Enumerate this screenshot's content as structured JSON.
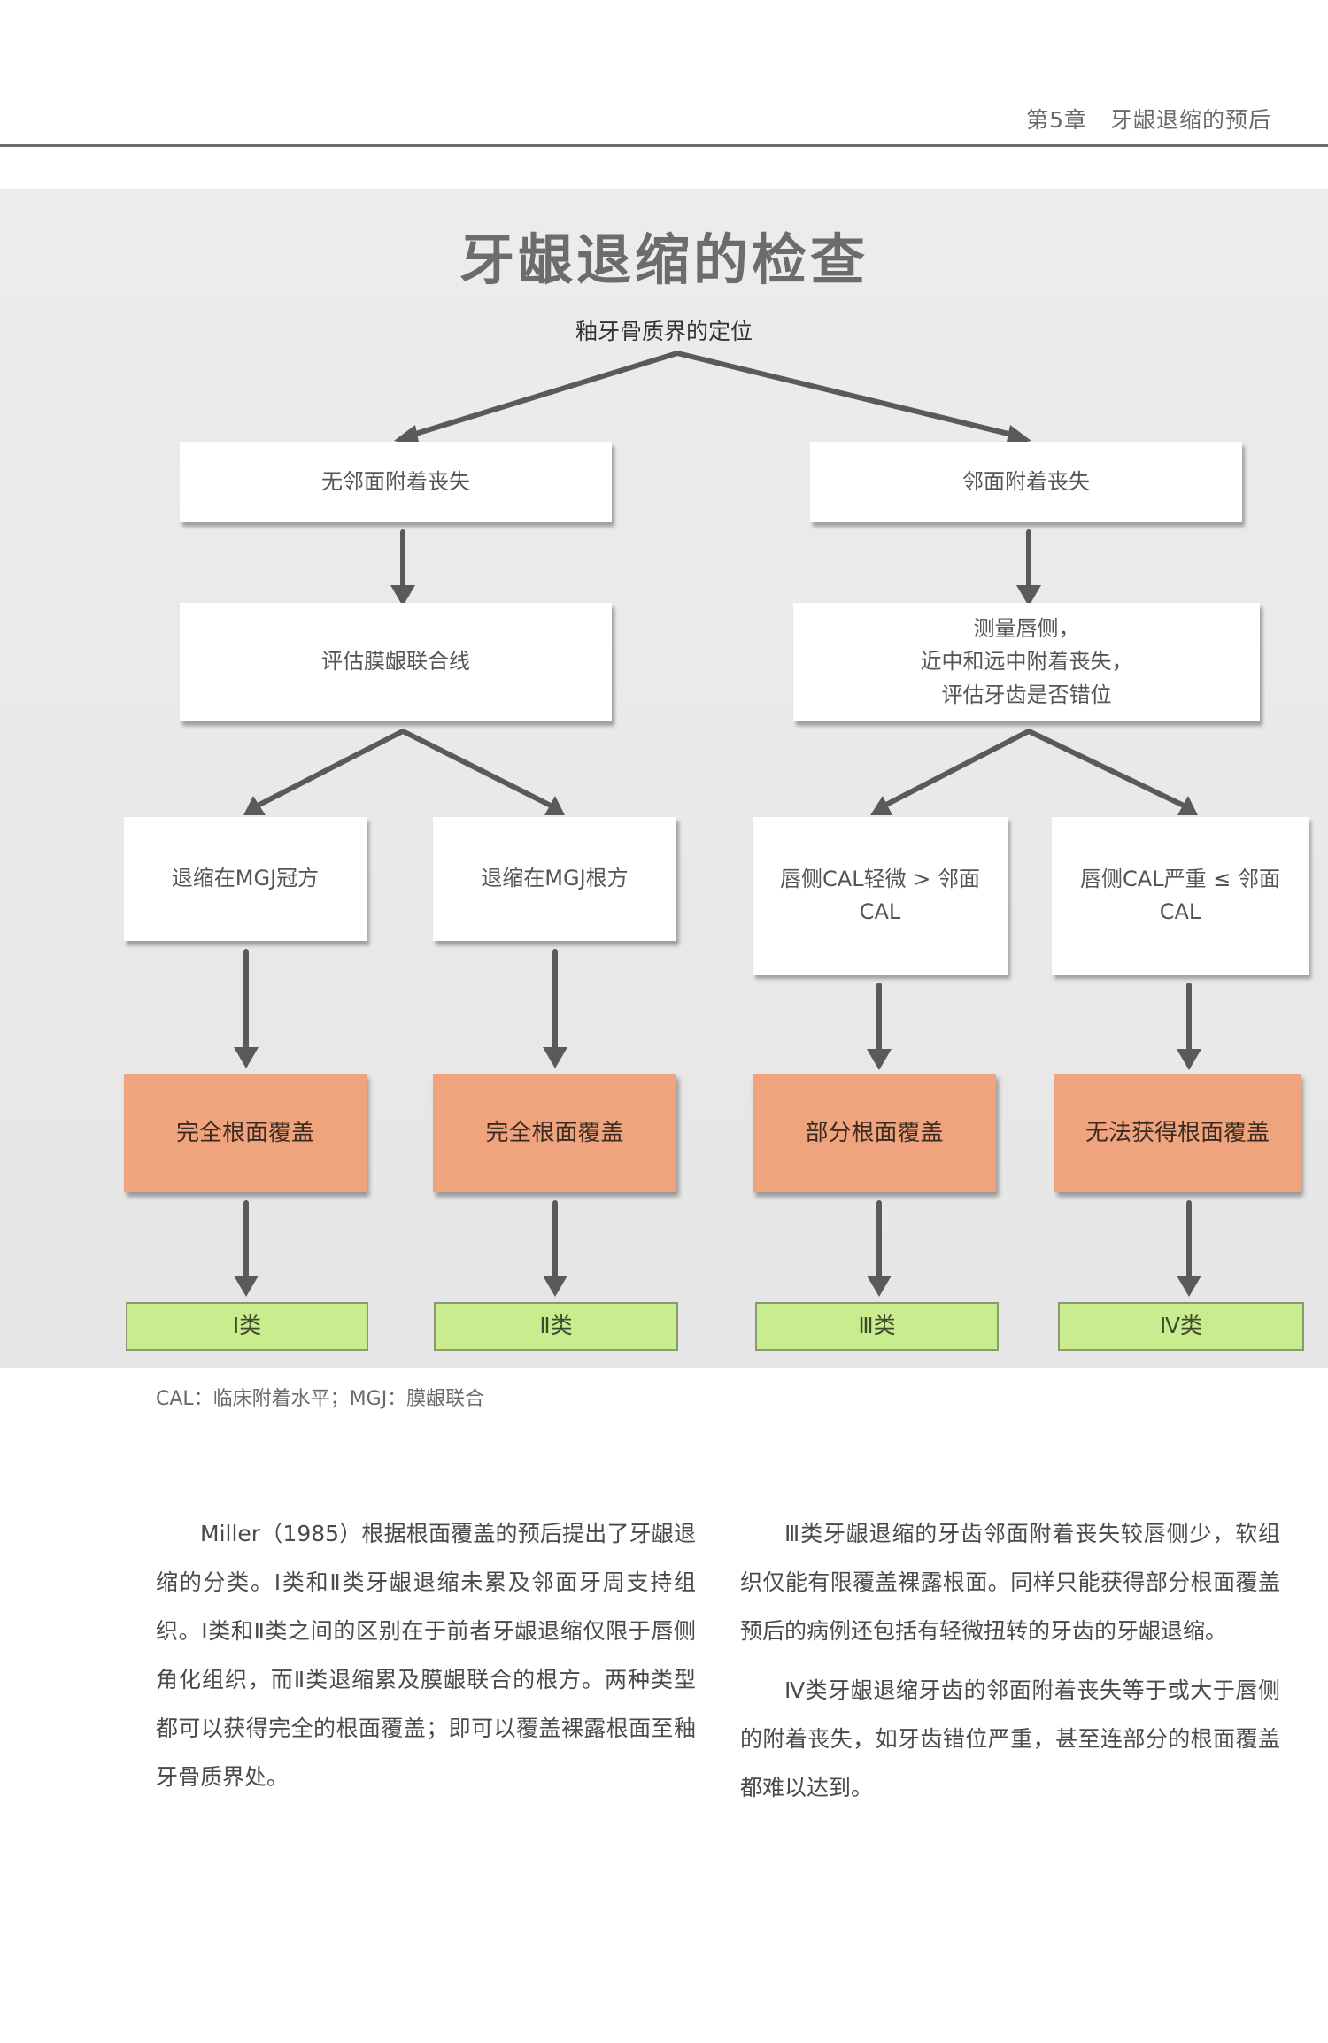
{
  "header": {
    "running_title": "第5章　牙龈退缩的预后"
  },
  "figure": {
    "title": "牙龈退缩的检查",
    "root": "釉牙骨质界的定位",
    "left_branch": {
      "condition": "无邻面附着丧失",
      "assessment": "评估膜龈联合线",
      "cases": [
        {
          "condition": "退缩在MGJ冠方",
          "prognosis": "完全根面覆盖",
          "class": "Ⅰ类"
        },
        {
          "condition": "退缩在MGJ根方",
          "prognosis": "完全根面覆盖",
          "class": "Ⅱ类"
        }
      ]
    },
    "right_branch": {
      "condition": "邻面附着丧失",
      "assessment_lines": [
        "测量唇侧，",
        "近中和远中附着丧失，",
        "评估牙齿是否错位"
      ],
      "cases": [
        {
          "condition_lines": [
            "唇侧CAL轻微 > 邻面",
            "CAL"
          ],
          "prognosis": "部分根面覆盖",
          "class": "Ⅲ类"
        },
        {
          "condition_lines": [
            "唇侧CAL严重 ≤ 邻面",
            "CAL"
          ],
          "prognosis": "无法获得根面覆盖",
          "class": "Ⅳ类"
        }
      ]
    },
    "note": "CAL：临床附着水平；MGJ：膜龈联合"
  },
  "body": {
    "left_column": [
      "Miller（1985）根据根面覆盖的预后提出了牙龈退缩的分类。Ⅰ类和Ⅱ类牙龈退缩未累及邻面牙周支持组织。Ⅰ类和Ⅱ类之间的区别在于前者牙龈退缩仅限于唇侧角化组织，而Ⅱ类退缩累及膜龈联合的根方。两种类型都可以获得完全的根面覆盖；即可以覆盖裸露根面至釉牙骨质界处。"
    ],
    "right_column": [
      "Ⅲ类牙龈退缩的牙齿邻面附着丧失较唇侧少，软组织仅能有限覆盖裸露根面。同样只能获得部分根面覆盖预后的病例还包括有轻微扭转的牙齿的牙龈退缩。",
      "Ⅳ类牙龈退缩牙齿的邻面附着丧失等于或大于唇侧的附着丧失，如牙齿错位严重，甚至连部分的根面覆盖都难以达到。"
    ]
  }
}
